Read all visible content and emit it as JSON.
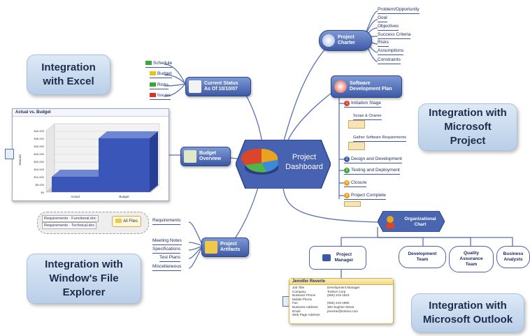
{
  "center": {
    "title_line1": "Project",
    "title_line2": "Dashboard"
  },
  "callouts": {
    "excel": "Integration with Excel",
    "project": "Integration with Microsoft Project",
    "explorer": "Integration with Window's File Explorer",
    "outlook": "Integration with Microsoft Outlook"
  },
  "charter": {
    "label": "Project Charter",
    "items": [
      "Problem/Opportunity",
      "Goal",
      "Objectives",
      "Success Criteria",
      "Risks",
      "Assumptions",
      "Constraints"
    ]
  },
  "status": {
    "label_line1": "Current Status",
    "label_line2": "As Of 10/10/07",
    "items": [
      "Schedule",
      "Budget",
      "Risks",
      "Issues"
    ]
  },
  "budget": {
    "label_line1": "Budget",
    "label_line2": "Overview"
  },
  "chart_panel": {
    "title": "Actual vs. Budget",
    "ylabel": "Amount",
    "y_ticks": [
      "$40,000",
      "$35,000",
      "$30,000",
      "$25,000",
      "$20,000",
      "$15,000",
      "$10,000",
      "$5,000",
      "$0"
    ]
  },
  "chart_data": {
    "type": "bar",
    "title": "Actual vs. Budget",
    "ylabel": "Amount",
    "categories": [
      "Actual",
      "Budget"
    ],
    "values": [
      10000,
      35000
    ],
    "ylim": [
      0,
      40000
    ]
  },
  "devplan": {
    "label_line1": "Software",
    "label_line2": "Development Plan",
    "stages": [
      {
        "num": "1",
        "label": "Initiation Stage"
      },
      {
        "num": "2",
        "label": "Design and Development"
      },
      {
        "num": "3",
        "label": "Testing and Deployment"
      },
      {
        "num": "4",
        "label": "Closure"
      },
      {
        "num": "5",
        "label": "Project Complete"
      }
    ],
    "subtasks": [
      "Scope & Charter",
      "Gather Software Requirements"
    ]
  },
  "artifacts": {
    "label_line1": "Project",
    "label_line2": "Artifacts",
    "items": [
      "Requirements",
      "Meeting Notes",
      "Specifications",
      "Test Plans",
      "Miscellaneous"
    ],
    "files": [
      "Requirements - Functional.doc",
      "Requirements - Technical.doc"
    ],
    "all_files": "All Files"
  },
  "org": {
    "label_line1": "Organizational",
    "label_line2": "Chart",
    "manager_line1": "Project",
    "manager_line2": "Manager",
    "teams": [
      {
        "line1": "Development",
        "line2": "Team",
        "line3": ""
      },
      {
        "line1": "Quality",
        "line2": "Assurance",
        "line3": "Team"
      },
      {
        "line1": "Business",
        "line2": "Analysts",
        "line3": ""
      }
    ]
  },
  "contact": {
    "name": "Jennifer Reverte",
    "rows": [
      {
        "k": "Job Title",
        "v": "Development Manager"
      },
      {
        "k": "Company",
        "v": "Tonbon Corp"
      },
      {
        "k": "Business Phone",
        "v": "(555) 243-1523"
      },
      {
        "k": "Mobile Phone",
        "v": ""
      },
      {
        "k": "Fax",
        "v": "(555) 243-1990"
      },
      {
        "k": "Business Address",
        "v": "360 Sughrie Street"
      },
      {
        "k": "Email",
        "v": "jreverte@tonbon.com"
      },
      {
        "k": "Web Page Address",
        "v": ""
      }
    ]
  },
  "colors": {
    "topic": "#4a66b0",
    "link": "#5068b0",
    "callout": "#c8daf0"
  }
}
